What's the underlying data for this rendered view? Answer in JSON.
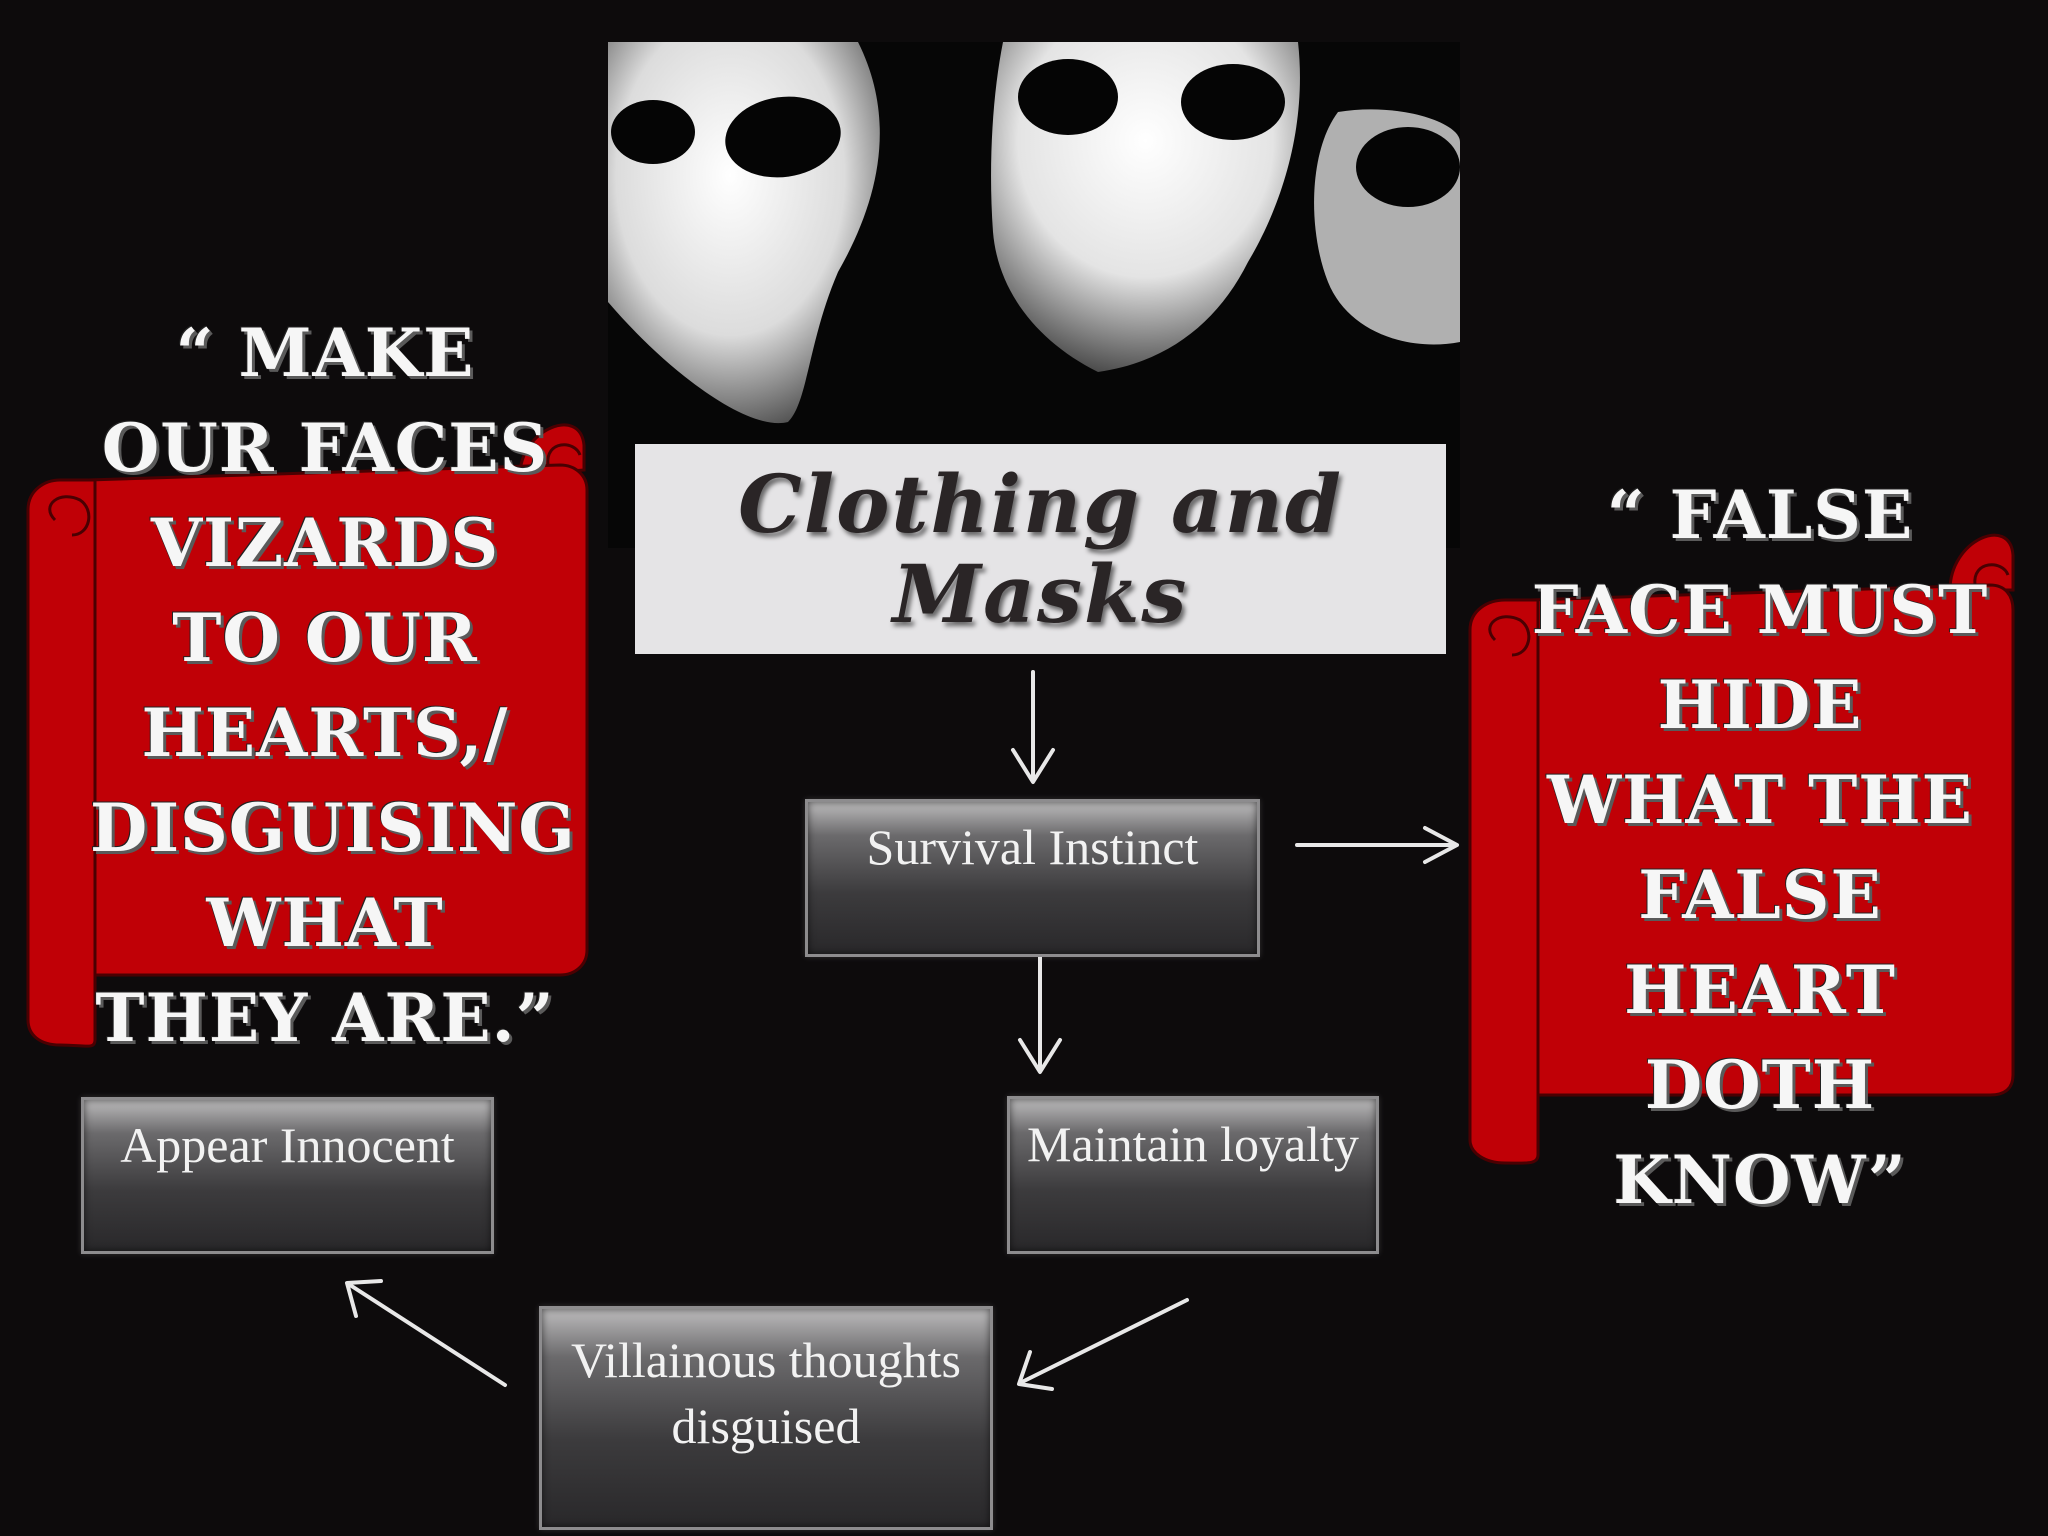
{
  "title": "Clothing and Masks",
  "flow": {
    "survival": "Survival Instinct",
    "loyalty": "Maintain loyalty",
    "villainous": "Villainous thoughts disguised",
    "innocent": "Appear Innocent"
  },
  "quotes": {
    "left": "“ Make our faces vizards to our hearts,/ disguising what they are.”",
    "right": "“ False face must hide what the false heart doth know”"
  },
  "colors": {
    "background": "#0d0b0c",
    "scroll_red": "#c00006",
    "title_bg": "#e5e4e6"
  }
}
